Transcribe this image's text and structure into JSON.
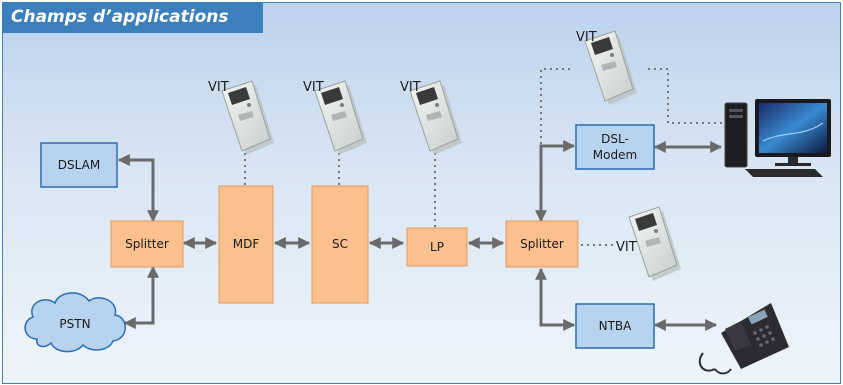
{
  "title": "Champs d’applications",
  "vit_label": "VIT",
  "nodes": {
    "dslam": "DSLAM",
    "pstn": "PSTN",
    "splitter_left": "Splitter",
    "mdf": "MDF",
    "sc": "SC",
    "lp": "LP",
    "splitter_right": "Splitter",
    "dsl_modem_line1": "DSL-",
    "dsl_modem_line2": "Modem",
    "ntba": "NTBA"
  },
  "colors": {
    "frame_border": "#3b7fbd",
    "orange_box_fill": "#fcc08f",
    "orange_box_stroke": "#e79a5a",
    "blue_box_fill": "#b8d3f0",
    "blue_box_stroke": "#2a6db0",
    "arrow": "#6a6a6a",
    "dotted": "#777777"
  },
  "icons": [
    "vit-tester-icon",
    "desktop-computer-icon",
    "telephone-icon",
    "cloud-icon"
  ]
}
